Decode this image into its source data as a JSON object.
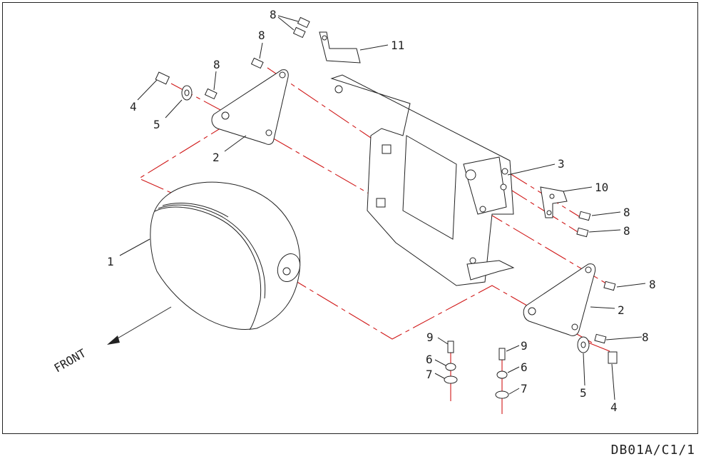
{
  "drawing_code": "DB01A/C1/1",
  "front_label": "FRONT",
  "callouts": [
    {
      "id": "c1",
      "text": "1"
    },
    {
      "id": "c2a",
      "text": "2"
    },
    {
      "id": "c2b",
      "text": "2"
    },
    {
      "id": "c3",
      "text": "3"
    },
    {
      "id": "c4a",
      "text": "4"
    },
    {
      "id": "c4b",
      "text": "4"
    },
    {
      "id": "c5a",
      "text": "5"
    },
    {
      "id": "c5b",
      "text": "5"
    },
    {
      "id": "c6a",
      "text": "6"
    },
    {
      "id": "c6b",
      "text": "6"
    },
    {
      "id": "c7a",
      "text": "7"
    },
    {
      "id": "c7b",
      "text": "7"
    },
    {
      "id": "c8a",
      "text": "8"
    },
    {
      "id": "c8b",
      "text": "8"
    },
    {
      "id": "c8c",
      "text": "8"
    },
    {
      "id": "c8d",
      "text": "8"
    },
    {
      "id": "c8e",
      "text": "8"
    },
    {
      "id": "c8f",
      "text": "8"
    },
    {
      "id": "c8g",
      "text": "8"
    },
    {
      "id": "c9a",
      "text": "9"
    },
    {
      "id": "c9b",
      "text": "9"
    },
    {
      "id": "c10",
      "text": "10"
    },
    {
      "id": "c11",
      "text": "11"
    }
  ],
  "colors": {
    "line": "#222222",
    "assembly_path": "#d01818",
    "frame": "#222222"
  }
}
